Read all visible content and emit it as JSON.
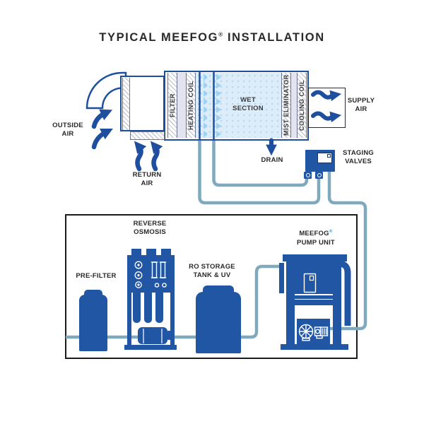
{
  "colors": {
    "primary_blue": "#2156a5",
    "border_blue": "#1d4f9e",
    "pipe_blue": "#7fa9bd",
    "wet_fill": "#dcecf8",
    "wet_dot": "#b3d7ee",
    "nozzle_blue": "#9fd2f0",
    "lavender": "#e3e3f2",
    "hatch_line": "#c7cad6",
    "hatch_border": "#6b7590",
    "text_dark": "#2b292c",
    "duct_border": "#262b33",
    "box_border": "#1b1b1b",
    "accent_reg": "#2d9fd8"
  },
  "title": {
    "prefix": "TYPICAL MEEFOG",
    "reg": "®",
    "suffix": "INSTALLATION"
  },
  "ahu": {
    "filter": "FILTER",
    "heating_coil": "HEATING COIL",
    "wet_section": "WET SECTION",
    "mist_eliminator": "MIST ELIMINATOR",
    "cooling_coil": "COOLING COIL"
  },
  "airflow": {
    "outside": "OUTSIDE AIR",
    "return": "RETURN AIR",
    "supply": "SUPPLY AIR",
    "drain": "DRAIN"
  },
  "staging": {
    "label": "STAGING VALVES"
  },
  "skid": {
    "pre_filter": "PRE-FILTER",
    "reverse_osmosis": "REVERSE OSMOSIS",
    "ro_storage": "RO STORAGE TANK & UV",
    "pump_prefix": "MEEFOG",
    "pump_reg": "®",
    "pump_suffix": "PUMP UNIT"
  }
}
